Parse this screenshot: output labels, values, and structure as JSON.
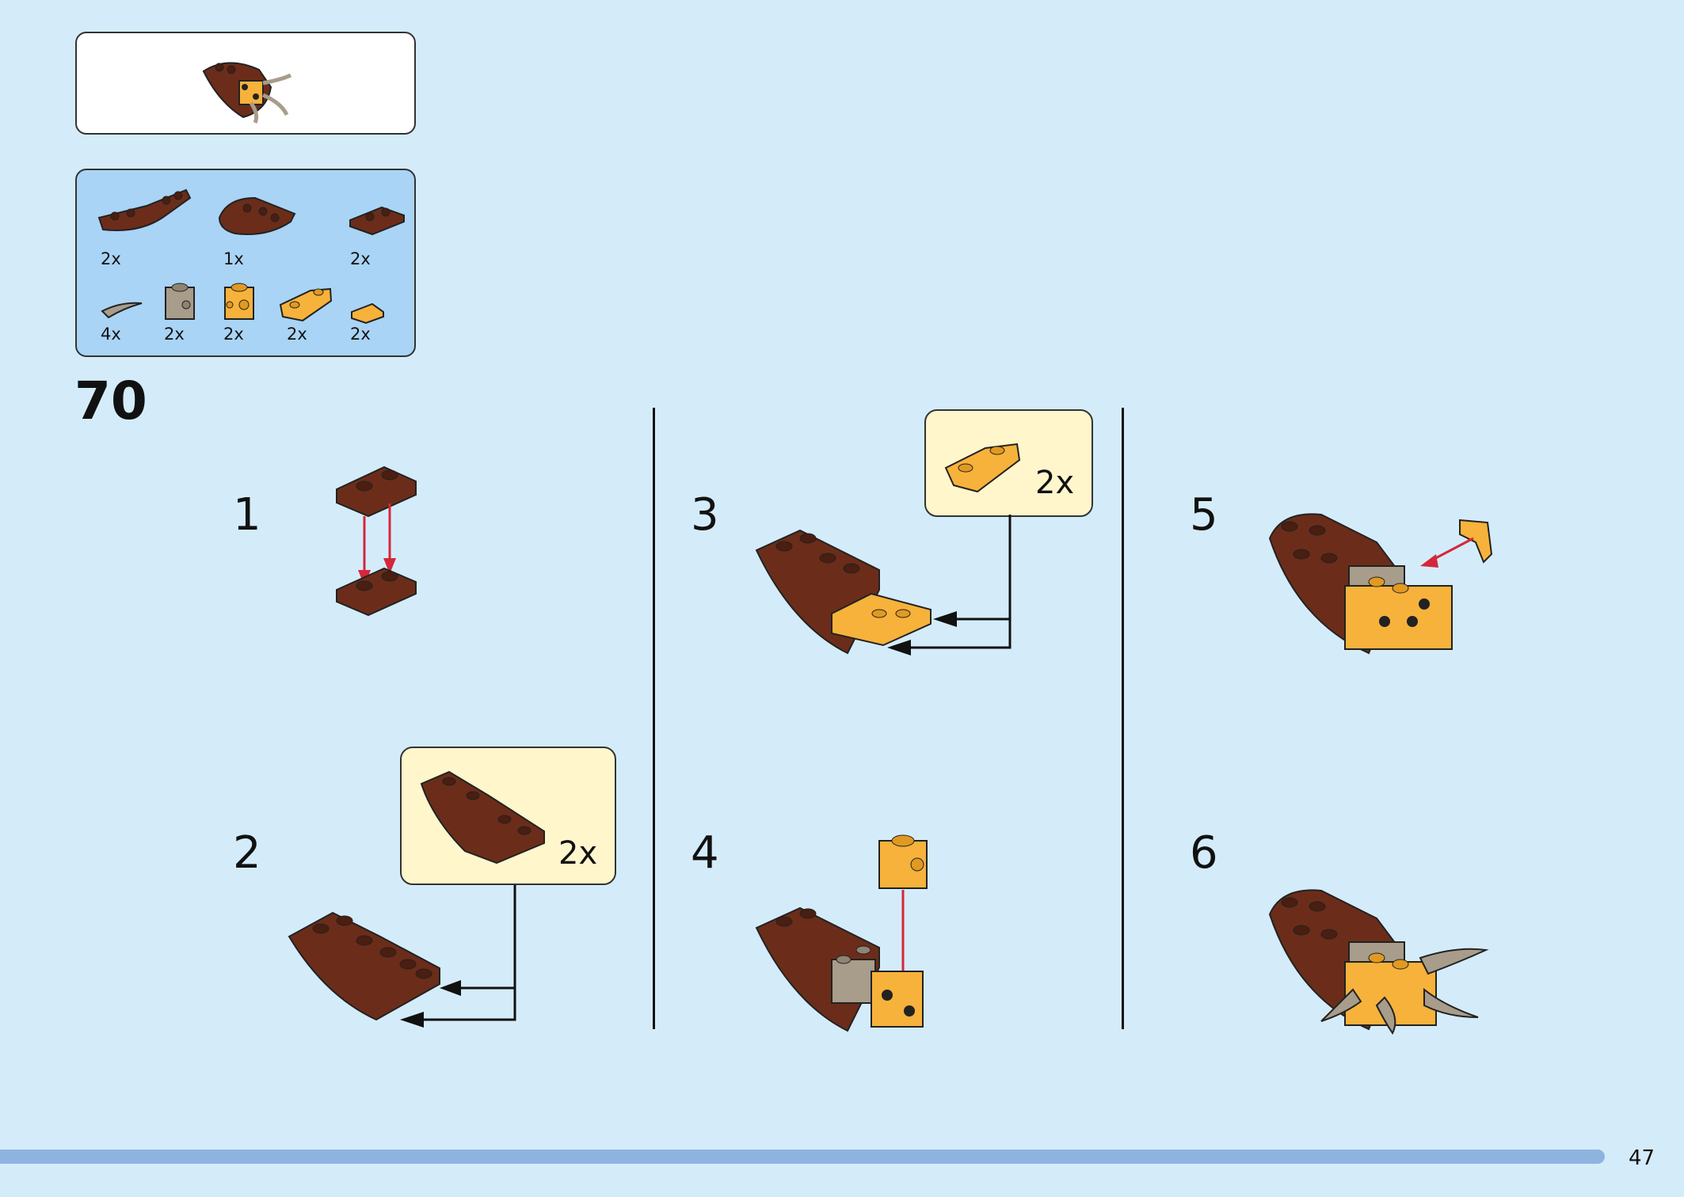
{
  "page": {
    "main_step": "70",
    "page_number": "47"
  },
  "parts_list": {
    "quantities": [
      "2x",
      "1x",
      "2x",
      "4x",
      "2x",
      "2x",
      "2x",
      "2x"
    ]
  },
  "substeps": [
    {
      "number": "1"
    },
    {
      "number": "2",
      "callout_qty": "2x"
    },
    {
      "number": "3",
      "callout_qty": "2x"
    },
    {
      "number": "4"
    },
    {
      "number": "5"
    },
    {
      "number": "6"
    }
  ],
  "colors": {
    "background": "#d4ecfa",
    "brick_brown": "#6b2d1a",
    "brick_orange": "#f7b23b",
    "brick_tan": "#a89c8a",
    "arrow_red": "#d4283a",
    "callout_bg": "#fff6cc",
    "bar": "#8fb3df"
  }
}
